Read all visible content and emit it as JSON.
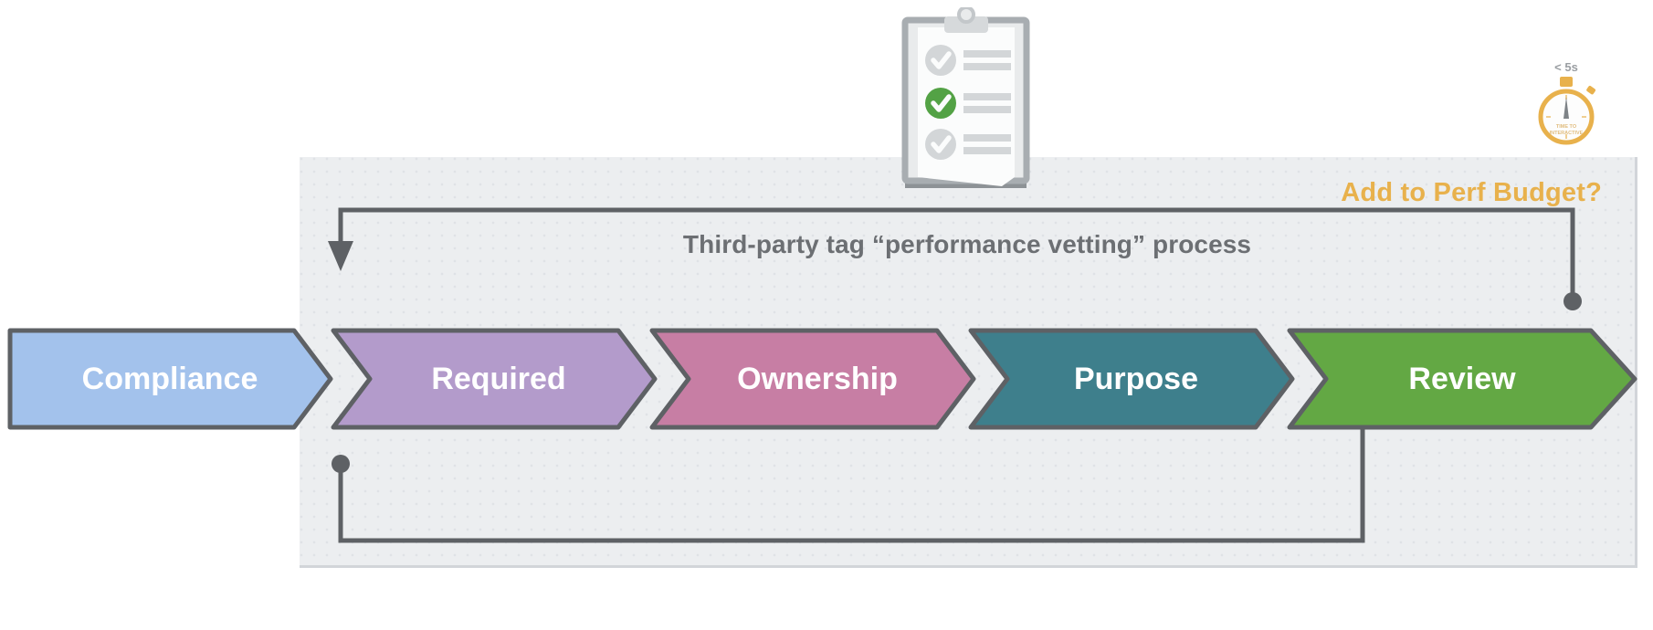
{
  "diagram": {
    "title": "Third-party tag “performance vetting” process",
    "panel_note": "Add to Perf Budget?",
    "stages": [
      {
        "label": "Compliance",
        "color": "#a3c2ec",
        "shape": "flat-left-chevron"
      },
      {
        "label": "Required",
        "color": "#b39bcb",
        "shape": "chevron"
      },
      {
        "label": "Ownership",
        "color": "#c77ea4",
        "shape": "chevron"
      },
      {
        "label": "Purpose",
        "color": "#3e7f8c",
        "shape": "chevron"
      },
      {
        "label": "Review",
        "color": "#63a844",
        "shape": "chevron"
      }
    ],
    "loops": [
      {
        "name": "upper-feedback-loop",
        "from": "review-end-dot",
        "to": "required-stage",
        "direction": "right-to-left",
        "start_marker": "dot",
        "end_marker": "arrow"
      },
      {
        "name": "lower-feedback-loop",
        "from": "compliance-start-dot",
        "to": "review-stage",
        "direction": "left-to-right",
        "start_marker": "dot",
        "end_marker": "arrow"
      }
    ],
    "stopwatch": {
      "badge": "< 5s",
      "face_line_1": "TIME TO",
      "face_line_2": "INTERACTIVE"
    },
    "clipboard": {
      "items": [
        {
          "state": "unchecked",
          "check_color": "#c9cbcd"
        },
        {
          "state": "checked",
          "check_color": "#53a245"
        },
        {
          "state": "unchecked",
          "check_color": "#c9cbcd"
        }
      ]
    },
    "colors": {
      "panel_bg": "#eceef0",
      "accent_amber": "#e8b14c",
      "stroke_gray": "#5e6165",
      "text_gray": "#6c6f73",
      "chevron_outline": "#5e6165",
      "green": "#53a245"
    }
  }
}
